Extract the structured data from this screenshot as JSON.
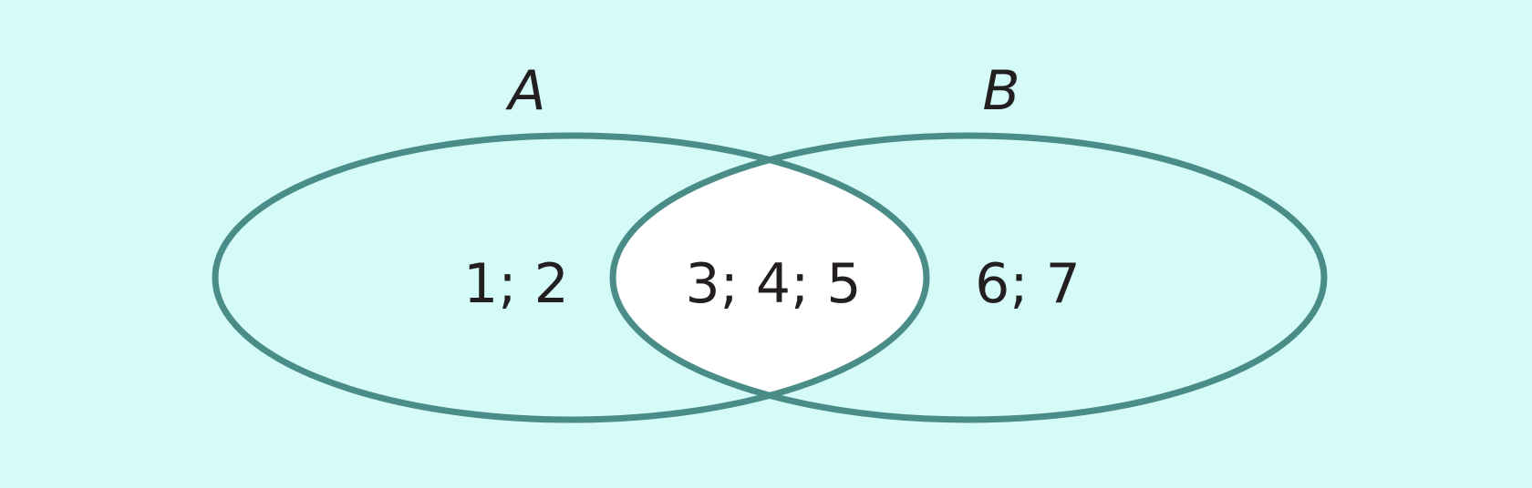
{
  "diagram": {
    "type": "venn",
    "sets": [
      {
        "id": "A",
        "label": "A"
      },
      {
        "id": "B",
        "label": "B"
      }
    ],
    "regions": {
      "only_A": "1; 2",
      "intersection": "3; 4; 5",
      "only_B": "6; 7"
    }
  },
  "colors": {
    "background": "#d4fbf8",
    "outline": "#4a8c87",
    "intersection_fill": "#ffffff",
    "text": "#231f20"
  }
}
